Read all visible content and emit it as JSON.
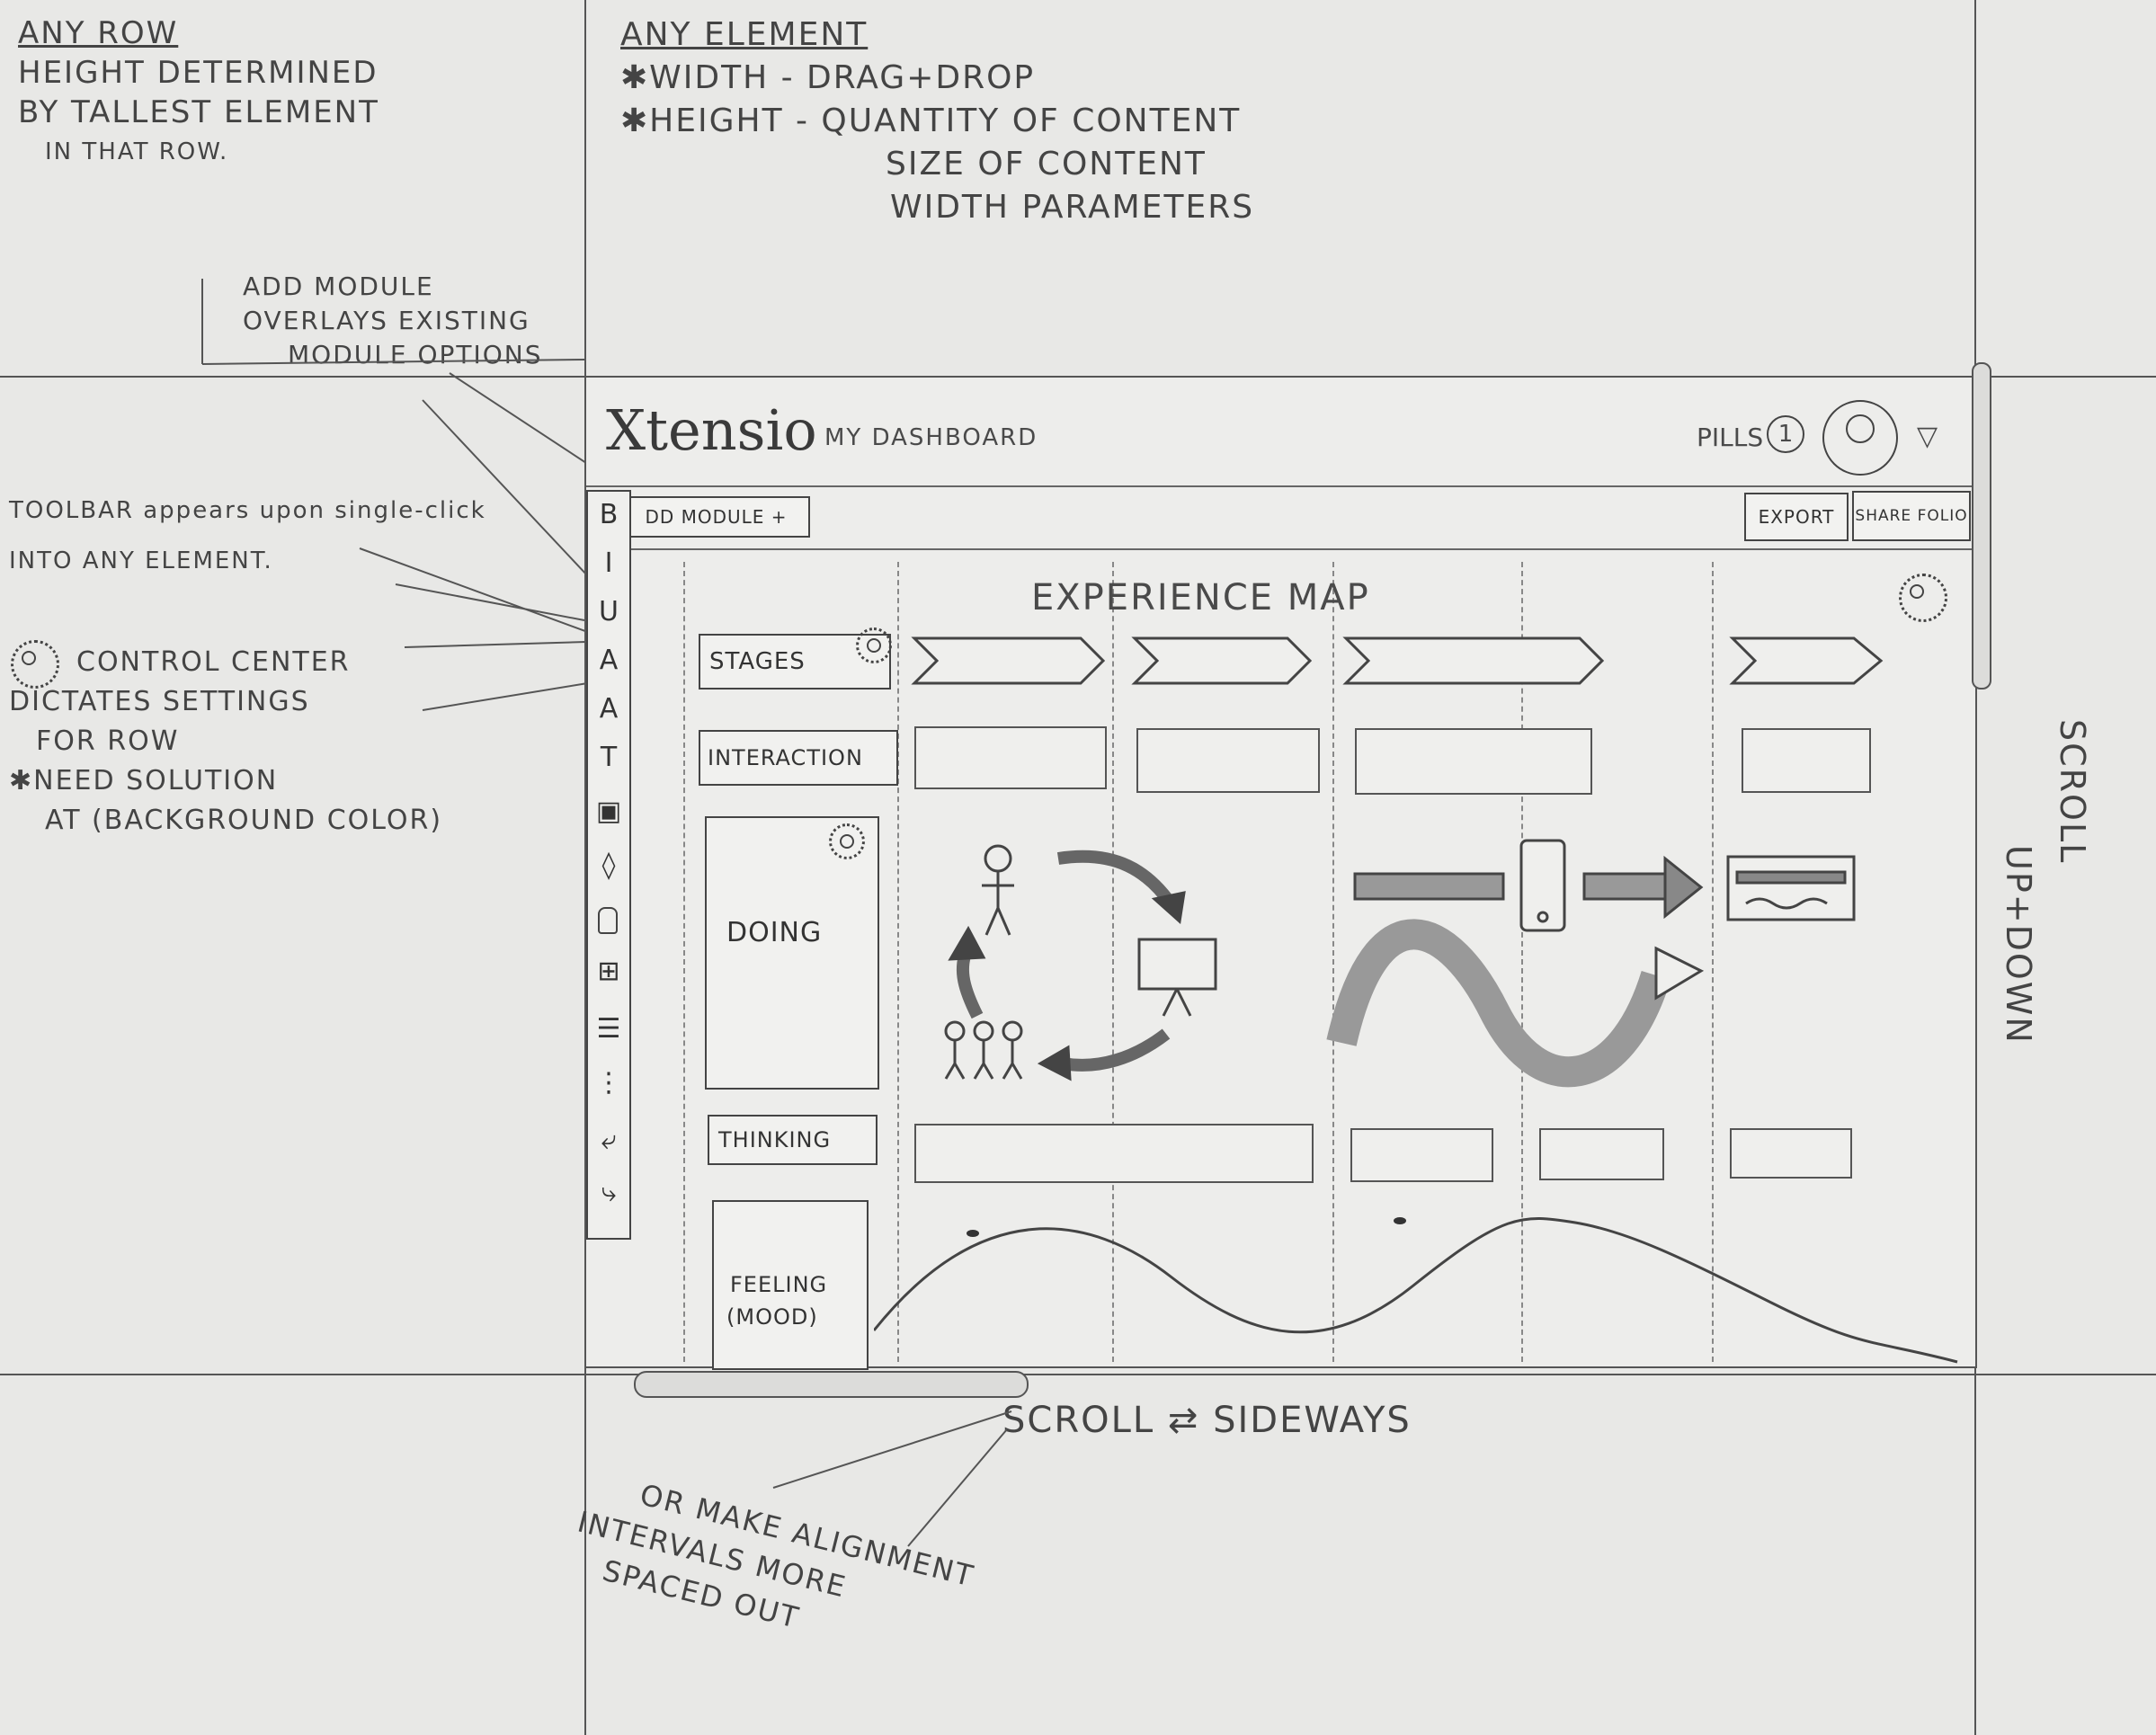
{
  "notes": {
    "row_heading": "ANY ROW",
    "row_text": [
      "HEIGHT DETERMINED",
      "BY TALLEST ELEMENT",
      "IN THAT ROW."
    ],
    "element_heading": "ANY ELEMENT",
    "element_text": [
      "✱WIDTH - DRAG+DROP",
      "✱HEIGHT - QUANTITY OF CONTENT",
      "SIZE OF CONTENT",
      "WIDTH PARAMETERS"
    ],
    "add_module_note": [
      "ADD MODULE",
      "OVERLAYS EXISTING",
      "MODULE OPTIONS"
    ],
    "toolbar_note": [
      "TOOLBAR appears upon single-click",
      "INTO ANY ELEMENT."
    ],
    "control_center_note": [
      "CONTROL CENTER",
      "DICTATES SETTINGS",
      "FOR ROW",
      "✱NEED SOLUTION",
      "AT (BACKGROUND COLOR)"
    ],
    "scroll_vertical_note": [
      "SCROLL",
      "UP+DOWN"
    ],
    "scroll_horizontal_note": "SCROLL ⇄ SIDEWAYS",
    "alignment_note": [
      "OR MAKE ALIGNMENT",
      "INTERVALS MORE",
      "SPACED OUT"
    ]
  },
  "header": {
    "logo": "Xtensio",
    "subtitle": "MY DASHBOARD",
    "pills_label": "PILLS",
    "pills_count": "1"
  },
  "toolbar": {
    "add_module": "DD MODULE +",
    "export": "EXPORT",
    "share": "SHARE FOLIO",
    "tools": [
      "B",
      "I",
      "U",
      "A",
      "A",
      "T",
      "▣",
      "◊",
      "⊞",
      "☰",
      "⋮",
      "⤶",
      "⤷"
    ]
  },
  "map": {
    "title": "EXPERIENCE MAP",
    "rows": {
      "stages": "STAGES",
      "interaction": "INTERACTION",
      "doing": "DOING",
      "thinking": "THINKING",
      "feeling": [
        "FEELING",
        "(MOOD)"
      ]
    }
  }
}
